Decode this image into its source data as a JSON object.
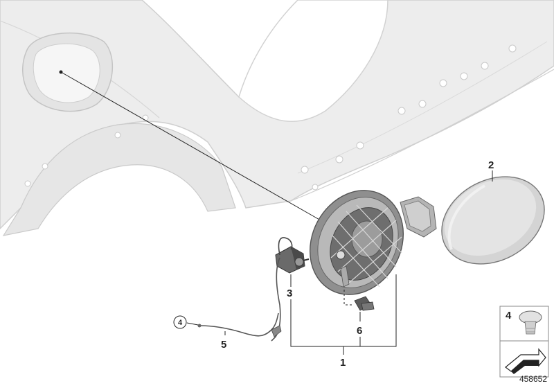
{
  "callouts": {
    "one": "1",
    "two": "2",
    "three": "3",
    "four": "4",
    "five": "5",
    "six": "6"
  },
  "legend": {
    "item_number": "4"
  },
  "reference_number": "458652",
  "colors": {
    "body_panel": "#ececec",
    "body_edge": "#c9c9c9",
    "housing": "#8c8c8c",
    "cap": "#d6d6d6",
    "line": "#222222"
  }
}
